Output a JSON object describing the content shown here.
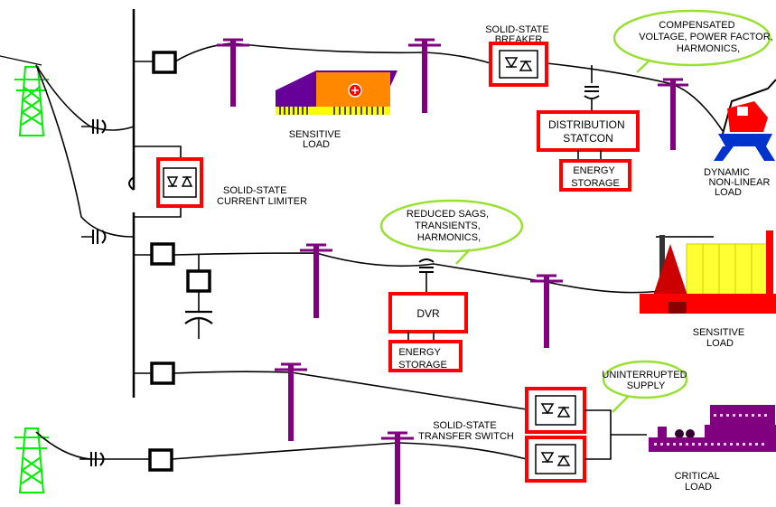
{
  "labels": {
    "solid_state_breaker": [
      "SOLID-STATE",
      "BREAKER"
    ],
    "compensated": [
      "COMPENSATED",
      "VOLTAGE, POWER FACTOR,",
      "HARMONICS,"
    ],
    "sensitive_load_top": [
      "SENSITIVE",
      "LOAD"
    ],
    "distribution_statcon": [
      "DISTRIBUTION",
      "STATCON"
    ],
    "energy_storage_top": [
      "ENERGY",
      "STORAGE"
    ],
    "dynamic_load": [
      "DYNAMIC",
      "NON-LINEAR",
      "LOAD"
    ],
    "current_limiter": [
      "SOLID-STATE",
      "CURRENT LIMITER"
    ],
    "reduced_sags": [
      "REDUCED SAGS,",
      "TRANSIENTS,",
      "HARMONICS,"
    ],
    "dvr": "DVR",
    "energy_storage_mid": [
      "ENERGY",
      "STORAGE"
    ],
    "sensitive_load_right": [
      "SENSITIVE",
      "LOAD"
    ],
    "uninterrupted": [
      "UNINTERRUPTED",
      "SUPPLY"
    ],
    "transfer_switch": [
      "SOLID-STATE",
      "TRANSFER SWITCH"
    ],
    "critical_load": [
      "CRITICAL",
      "LOAD"
    ]
  },
  "colors": {
    "box_outline": "#ff0000",
    "pole": "#800080",
    "tower": "#00ee00",
    "bubble": "#99e033",
    "building_orange": "#ff8800",
    "building_purple": "#660099",
    "factory_yellow": "#ffff33",
    "factory_red": "#ff0000",
    "crane_blue": "#0033cc",
    "critical_purple": "#800080"
  },
  "icons": [
    "transmission-tower-icon",
    "utility-pole-icon",
    "switch-icon",
    "thyristor-icon",
    "transformer-icon",
    "capacitor-icon",
    "building-icon",
    "factory-icon",
    "crane-icon",
    "plant-icon"
  ]
}
